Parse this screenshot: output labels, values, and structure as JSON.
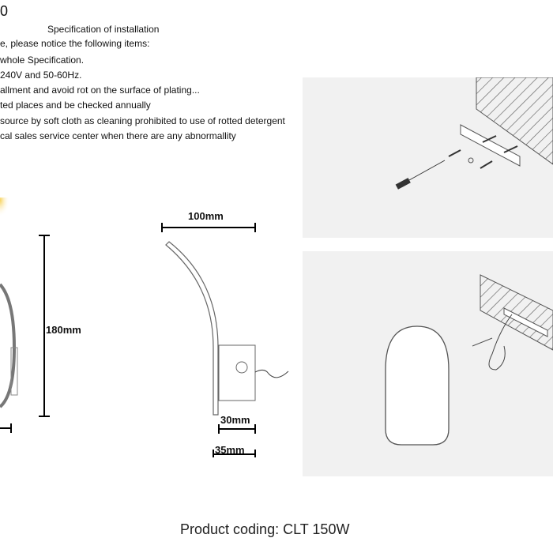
{
  "header": {
    "page_mark": "0",
    "title": "Specification of installation",
    "intro": "e, please notice the following items:"
  },
  "items": [
    "whole Specification.",
    "240V and 50-60Hz.",
    "allment and avoid rot on the surface of plating...",
    "ted places and be checked annually",
    "source by soft cloth as cleaning prohibited to use of rotted detergent",
    "cal sales service center when there are any abnormallity"
  ],
  "dimensions": {
    "height": "180mm",
    "width": "100mm",
    "base_a": "30mm",
    "base_b": "35mm"
  },
  "footer": {
    "product_coding": "Product coding: CLT 150W"
  }
}
